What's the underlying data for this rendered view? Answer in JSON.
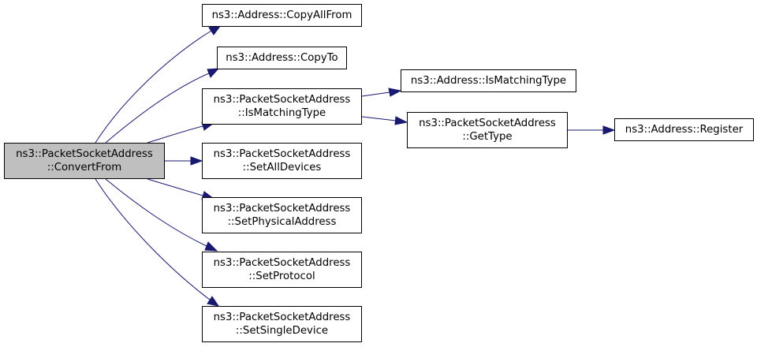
{
  "diagram": {
    "edge_color": "#191970",
    "root_fill": "#bfbfbf",
    "node_fill": "#ffffff",
    "nodes": [
      {
        "id": "convertfrom",
        "line1": "ns3::PacketSocketAddress",
        "line2": "::ConvertFrom",
        "highlighted": true
      },
      {
        "id": "copyallfrom",
        "line1": "ns3::Address::CopyAllFrom",
        "line2": ""
      },
      {
        "id": "copyto",
        "line1": "ns3::Address::CopyTo",
        "line2": ""
      },
      {
        "id": "psa-ismatchingtype",
        "line1": "ns3::PacketSocketAddress",
        "line2": "::IsMatchingType"
      },
      {
        "id": "setalldevices",
        "line1": "ns3::PacketSocketAddress",
        "line2": "::SetAllDevices"
      },
      {
        "id": "setphysicaladdress",
        "line1": "ns3::PacketSocketAddress",
        "line2": "::SetPhysicalAddress"
      },
      {
        "id": "setprotocol",
        "line1": "ns3::PacketSocketAddress",
        "line2": "::SetProtocol"
      },
      {
        "id": "setsingledevice",
        "line1": "ns3::PacketSocketAddress",
        "line2": "::SetSingleDevice"
      },
      {
        "id": "addr-ismatchingtype",
        "line1": "ns3::Address::IsMatchingType",
        "line2": ""
      },
      {
        "id": "gettype",
        "line1": "ns3::PacketSocketAddress",
        "line2": "::GetType"
      },
      {
        "id": "register",
        "line1": "ns3::Address::Register",
        "line2": ""
      }
    ],
    "edges": [
      {
        "from": "convertfrom",
        "to": "copyallfrom"
      },
      {
        "from": "convertfrom",
        "to": "copyto"
      },
      {
        "from": "convertfrom",
        "to": "psa-ismatchingtype"
      },
      {
        "from": "convertfrom",
        "to": "setalldevices"
      },
      {
        "from": "convertfrom",
        "to": "setphysicaladdress"
      },
      {
        "from": "convertfrom",
        "to": "setprotocol"
      },
      {
        "from": "convertfrom",
        "to": "setsingledevice"
      },
      {
        "from": "psa-ismatchingtype",
        "to": "addr-ismatchingtype"
      },
      {
        "from": "psa-ismatchingtype",
        "to": "gettype"
      },
      {
        "from": "gettype",
        "to": "register"
      }
    ]
  }
}
